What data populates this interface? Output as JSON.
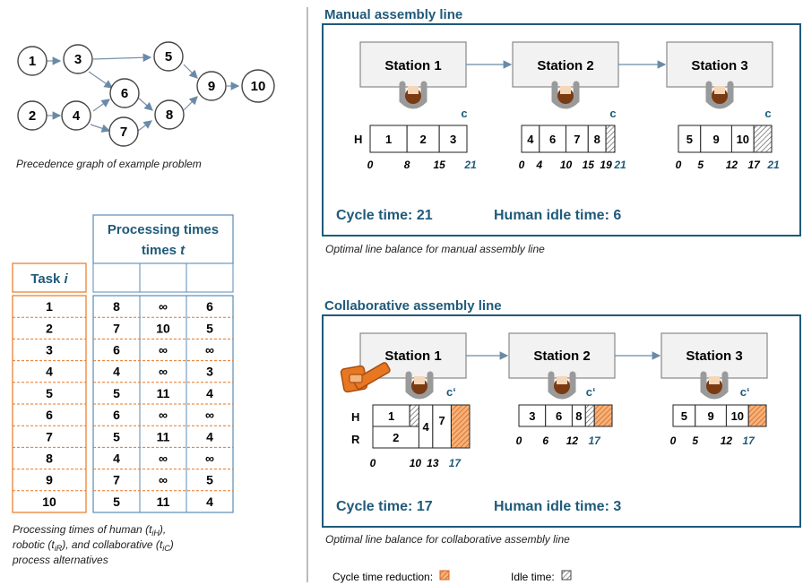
{
  "graph": {
    "nodes": [
      "1",
      "2",
      "3",
      "4",
      "5",
      "6",
      "7",
      "8",
      "9",
      "10"
    ],
    "caption": "Precedence graph of example problem"
  },
  "table": {
    "header": "Processing times",
    "header_var": "t",
    "task_label": "Task",
    "task_var": "i",
    "rows": [
      {
        "task": "1",
        "h": "8",
        "r": "∞",
        "c": "6"
      },
      {
        "task": "2",
        "h": "7",
        "r": "10",
        "c": "5"
      },
      {
        "task": "3",
        "h": "6",
        "r": "∞",
        "c": "∞"
      },
      {
        "task": "4",
        "h": "4",
        "r": "∞",
        "c": "3"
      },
      {
        "task": "5",
        "h": "5",
        "r": "11",
        "c": "4"
      },
      {
        "task": "6",
        "h": "6",
        "r": "∞",
        "c": "∞"
      },
      {
        "task": "7",
        "h": "5",
        "r": "11",
        "c": "4"
      },
      {
        "task": "8",
        "h": "4",
        "r": "∞",
        "c": "∞"
      },
      {
        "task": "9",
        "h": "7",
        "r": "∞",
        "c": "5"
      },
      {
        "task": "10",
        "h": "5",
        "r": "11",
        "c": "4"
      }
    ],
    "caption_l1a": "Processing times of human (",
    "caption_l1b": "),",
    "caption_l2a": "robotic (",
    "caption_l2b": "), and collaborative (",
    "caption_l2c": ")",
    "caption_l3": "process alternatives",
    "sub_h": "iH",
    "sub_r": "iR",
    "sub_c": "iC",
    "t": "t"
  },
  "manual": {
    "title": "Manual assembly line",
    "stations": [
      "Station 1",
      "Station 2",
      "Station 3"
    ],
    "row_h": "H",
    "c_label": "c",
    "s1": {
      "tasks": [
        "1",
        "2",
        "3"
      ],
      "ticks": [
        "0",
        "8",
        "15"
      ],
      "c": "21"
    },
    "s2": {
      "tasks": [
        "4",
        "6",
        "7",
        "8"
      ],
      "ticks": [
        "0",
        "4",
        "10",
        "15",
        "19"
      ],
      "c": "21"
    },
    "s3": {
      "tasks": [
        "5",
        "9",
        "10"
      ],
      "ticks": [
        "0",
        "5",
        "12",
        "17"
      ],
      "c": "21"
    },
    "cycle": "Cycle time: 21",
    "idle": "Human idle time: 6",
    "caption": "Optimal line balance for manual assembly line"
  },
  "collab": {
    "title": "Collaborative assembly line",
    "stations": [
      "Station 1",
      "Station 2",
      "Station 3"
    ],
    "row_h": "H",
    "row_r": "R",
    "c_label": "c‘",
    "s1": {
      "h": "1",
      "r": "2",
      "shared": [
        "4",
        "7"
      ],
      "ticks": [
        "0",
        "10",
        "13"
      ],
      "c": "17"
    },
    "s2": {
      "tasks": [
        "3",
        "6",
        "8"
      ],
      "ticks": [
        "0",
        "6",
        "12"
      ],
      "c": "17"
    },
    "s3": {
      "tasks": [
        "5",
        "9",
        "10"
      ],
      "ticks": [
        "0",
        "5",
        "12"
      ],
      "c": "17"
    },
    "cycle": "Cycle time: 17",
    "idle": "Human idle time: 3",
    "caption": "Optimal line balance for collaborative assembly line"
  },
  "legend": {
    "reduction": "Cycle time reduction:",
    "idle": "Idle time:"
  },
  "colors": {
    "accent": "#1f5a7a",
    "orange": "#e87722",
    "gray": "#f2f2f2"
  }
}
